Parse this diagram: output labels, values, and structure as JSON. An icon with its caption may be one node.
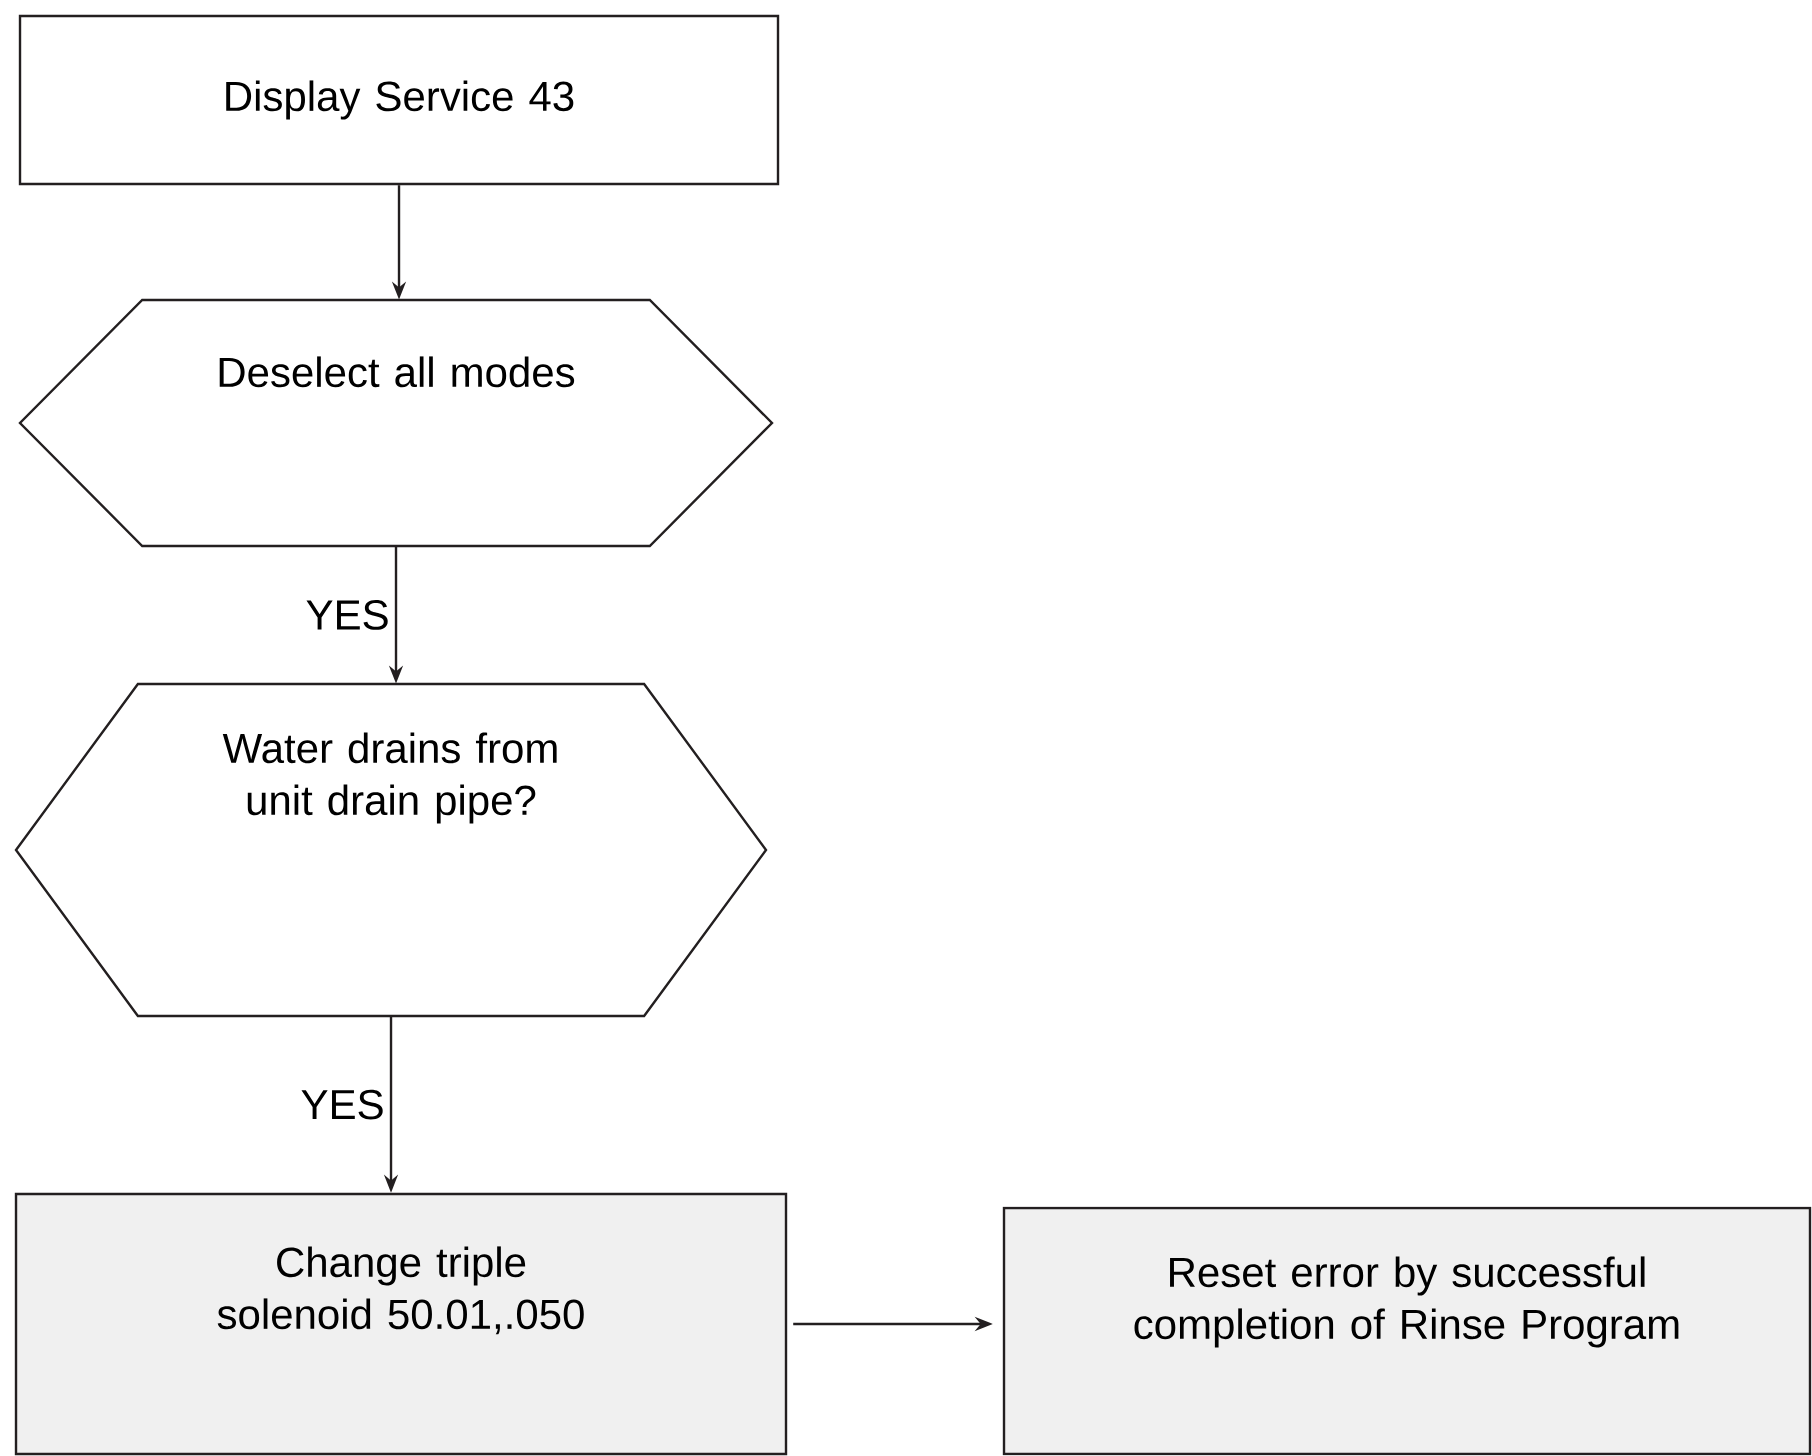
{
  "diagram": {
    "nodes": [
      {
        "text": [
          "Display Service 43"
        ]
      },
      {
        "text": [
          "Deselect all modes"
        ]
      },
      {
        "text": [
          "Water drains from unit drain pipe?"
        ]
      },
      {
        "text": [
          "Change triple solenoid 50.01,.050"
        ]
      },
      {
        "text": [
          "Reset error by successful completion of Rinse Program"
        ]
      }
    ],
    "edges": [
      {
        "from": 0,
        "to": 1,
        "arrow": "to"
      },
      {
        "from": 1,
        "to": 2,
        "arrow": "to",
        "label": "YES"
      },
      {
        "from": 2,
        "to": 3,
        "arrow": "to",
        "label": "YES"
      },
      {
        "from": 3,
        "to": 4,
        "arrow": "to"
      }
    ]
  }
}
